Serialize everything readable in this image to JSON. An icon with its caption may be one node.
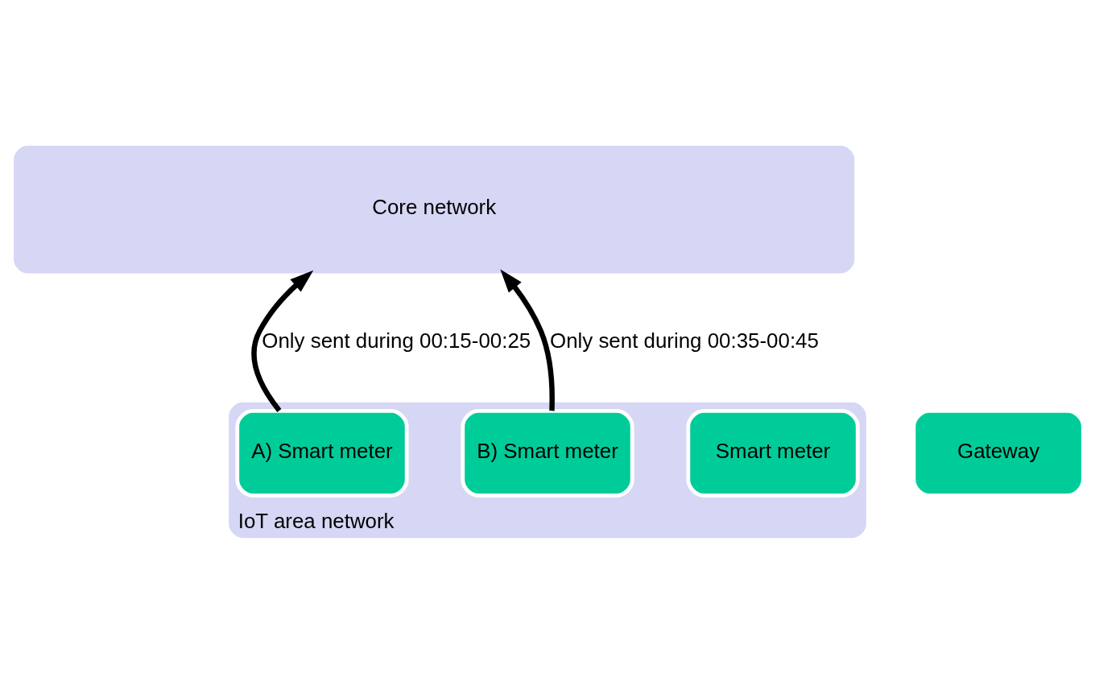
{
  "diagram": {
    "nodes": [
      {
        "text": [
          "Core network"
        ]
      },
      {
        "text": [
          "IoT area network"
        ]
      },
      {
        "text": [
          "Gateway"
        ]
      },
      {
        "text": [
          "Smart meter"
        ],
        "in": 1
      },
      {
        "text": [
          "A) Smart meter"
        ],
        "in": 1
      },
      {
        "text": [
          "B) Smart meter"
        ],
        "in": 1
      }
    ],
    "edges": [
      {
        "from": 4,
        "to": 0,
        "arrow": "to",
        "label": "Only sent during 00:15-00:25"
      },
      {
        "from": 5,
        "to": 0,
        "arrow": "to",
        "label": "Only sent during 00:35-00:45"
      }
    ]
  }
}
